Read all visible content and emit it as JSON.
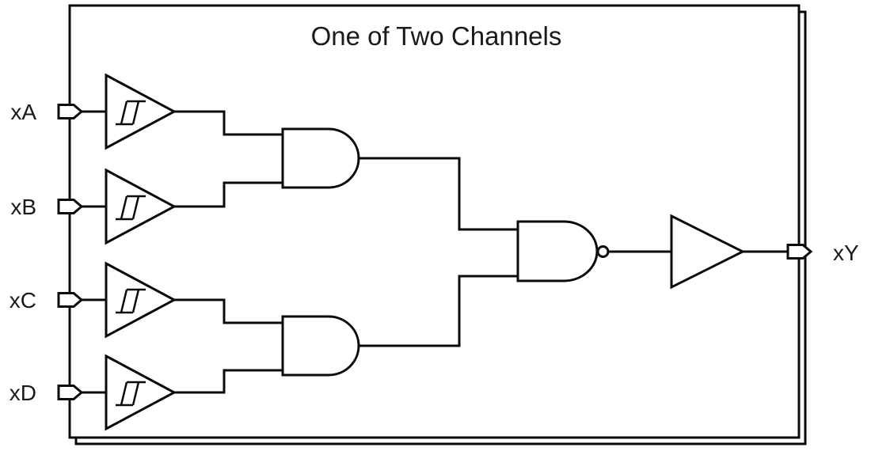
{
  "diagram": {
    "title": "One of Two Channels",
    "colors": {
      "line": "#0a0a0a",
      "background": "#ffffff",
      "text": "#1a1a1a"
    },
    "inputs": [
      {
        "label": "xA"
      },
      {
        "label": "xB"
      },
      {
        "label": "xC"
      },
      {
        "label": "xD"
      }
    ],
    "output": {
      "label": "xY"
    },
    "components": [
      {
        "type": "schmitt-trigger-buffer",
        "count": 4
      },
      {
        "type": "and-gate",
        "count": 2
      },
      {
        "type": "nand-gate",
        "count": 1
      },
      {
        "type": "output-buffer",
        "count": 1
      },
      {
        "type": "input-pin",
        "count": 4
      },
      {
        "type": "output-pin",
        "count": 1
      },
      {
        "type": "channel-box",
        "count": 2
      }
    ]
  }
}
